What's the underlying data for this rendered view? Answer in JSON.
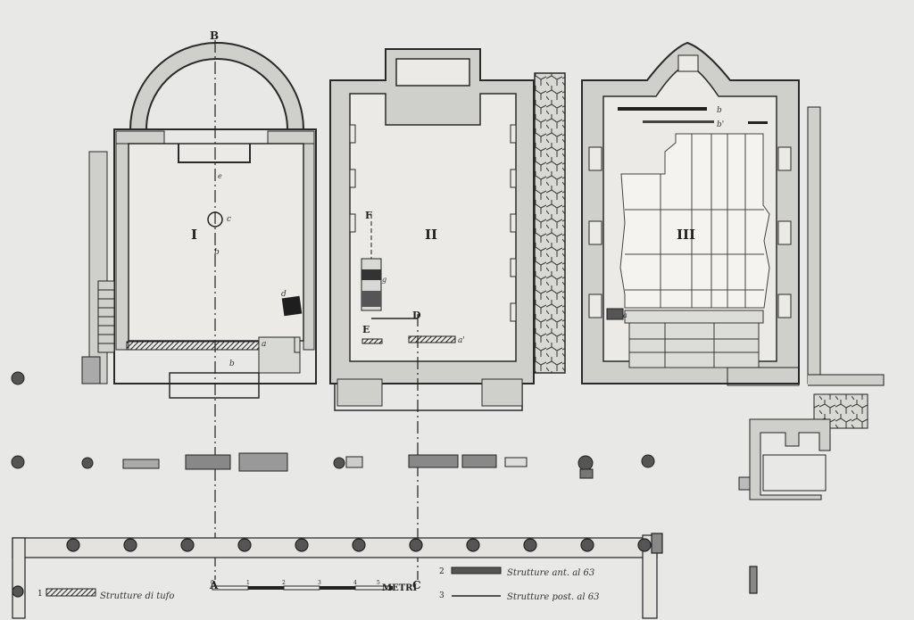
{
  "section_letters": {
    "top": "B",
    "bottom_left": "A",
    "bottom_mid": "C",
    "mid_f": "F",
    "mid_d": "D",
    "mid_e": "E"
  },
  "room_labels": {
    "room1": "I",
    "room2": "II",
    "room3": "III"
  },
  "point_labels": {
    "c": "c",
    "b_room1": "b",
    "b_lower": "b",
    "a_room1": "a",
    "d": "d",
    "a_prime": "a'",
    "g": "g",
    "b_room3": "b",
    "b_prime_room3": "b'",
    "a_room3": "a",
    "e": "e"
  },
  "legend": {
    "item1_num": "1",
    "item1_text": "Strutture di tufo",
    "item2_num": "2",
    "item2_text": "Strutture ant. al 63",
    "item3_num": "3",
    "item3_text": "Strutture post. al 63",
    "scale_title": "METRI",
    "scale_ticks": [
      "0",
      "1",
      "2",
      "3",
      "4",
      "5"
    ]
  },
  "colors": {
    "paper": "#e8e8e6",
    "ink": "#2a2a2a",
    "wall_fill": "#cfcfcc",
    "dark_fill": "#1e1e1e"
  }
}
